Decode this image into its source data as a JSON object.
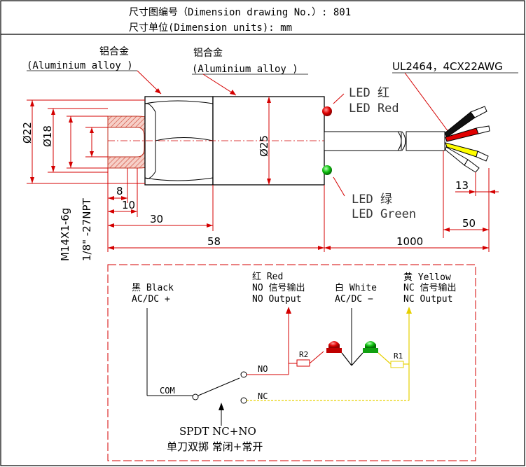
{
  "header": {
    "drawing_no": "尺寸图编号（Dimension drawing No.）: 801",
    "units": "尺寸单位(Dimension units): mm"
  },
  "top": {
    "material_1_cn": "铝合金",
    "material_1_en": "(Aluminium alloy )",
    "material_2_cn": "铝合金",
    "material_2_en": "(Aluminium alloy )",
    "cable_spec": "UL2464，4CX22AWG",
    "led_red_1": "LED 红",
    "led_red_2": "LED Red",
    "led_green_1": "LED 绿",
    "led_green_2": "LED Green"
  },
  "dimensions": {
    "d22": "Ø22",
    "d18": "Ø18",
    "d25": "Ø25",
    "thread_m": "M14X1-6g",
    "thread_npt": "1/8\" -27NPT",
    "l8": "8",
    "l10": "10",
    "l30": "30",
    "l58": "58",
    "l13": "13",
    "l50": "50",
    "l1000": "1000"
  },
  "circuit": {
    "black_cn": "黑 Black",
    "black_ac": "AC/DC +",
    "red_cn": "红 Red",
    "red_no_cn": "NO 信号输出",
    "red_no_en": "NO Output",
    "white_cn": "白 White",
    "white_ac": "AC/DC −",
    "yellow_cn": "黄 Yellow",
    "yellow_nc_cn": "NC 信号输出",
    "yellow_nc_en": "NC Output",
    "r1": "R1",
    "r2": "R2",
    "no": "NO",
    "nc": "NC",
    "com": "COM",
    "spdt": "SPDT  NC+NO",
    "spdt_cn": "单刀双掷 常闭+常开"
  }
}
